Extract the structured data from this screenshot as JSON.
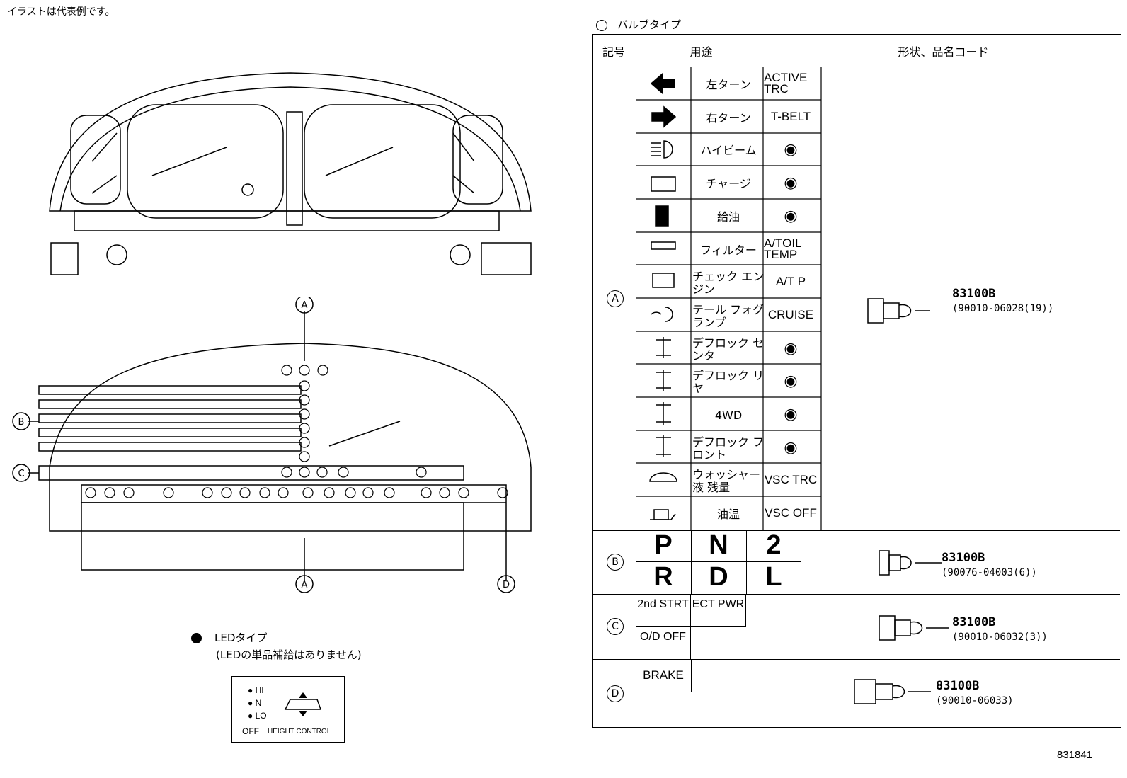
{
  "note_top": "イラストは代表例です。",
  "bulb_legend": "バルブタイプ",
  "led_legend": "LEDタイプ",
  "led_note": "(LEDの単品補給はありません)",
  "led_panel": {
    "hi": "HI",
    "n": "N",
    "lo": "LO",
    "off": "OFF",
    "height_control": "HEIGHT CONTROL"
  },
  "diagram_labels": {
    "a": "A",
    "b": "B",
    "c": "C",
    "d": "D"
  },
  "table": {
    "headers": {
      "symbol": "記号",
      "usage": "用途",
      "shape": "形状、品名コード"
    },
    "group_a": {
      "symbol": "A",
      "rows": [
        {
          "icon": "left-arrow-icon",
          "use": "左ターン",
          "sym2": "ACTIVE TRC"
        },
        {
          "icon": "right-arrow-icon",
          "use": "右ターン",
          "sym2": "T-BELT"
        },
        {
          "icon": "high-beam-icon",
          "use": "ハイビーム",
          "sym2": "abs-icon"
        },
        {
          "icon": "battery-icon",
          "use": "チャージ",
          "sym2": "seatbelt-icon"
        },
        {
          "icon": "fuel-icon",
          "use": "給油",
          "sym2": "door-icon"
        },
        {
          "icon": "filter-icon",
          "use": "フィルター",
          "sym2": "A/TOIL TEMP"
        },
        {
          "icon": "engine-icon",
          "use": "チェック エンジン",
          "sym2": "A/T P"
        },
        {
          "icon": "fog-lamp-icon",
          "use": "テール フォグランプ",
          "sym2": "CRUISE"
        },
        {
          "icon": "diff-lock-center-icon",
          "use": "デフロック センタ",
          "sym2": "shift-arrow-icon"
        },
        {
          "icon": "diff-lock-rear-icon",
          "use": "デフロック リヤ",
          "sym2": "airbag-icon"
        },
        {
          "icon": "4wd-icon",
          "use": "4WD",
          "sym2": "car-up-icon"
        },
        {
          "icon": "diff-lock-front-icon",
          "use": "デフロック フロント",
          "sym2": "skid-icon"
        },
        {
          "icon": "washer-icon",
          "use": "ウォッシャー 液 残量",
          "sym2": "VSC TRC"
        },
        {
          "icon": "oil-icon",
          "use": "油温",
          "sym2": "VSC OFF"
        }
      ],
      "part": "83100B",
      "code": "(90010-06028(19))"
    },
    "group_b": {
      "symbol": "B",
      "letters": [
        "P",
        "N",
        "2",
        "R",
        "D",
        "L"
      ],
      "part": "83100B",
      "code": "(90076-04003(6))"
    },
    "group_c": {
      "symbol": "C",
      "items": [
        "2nd STRT",
        "ECT PWR",
        "O/D OFF"
      ],
      "part": "83100B",
      "code": "(90010-06032(3))"
    },
    "group_d": {
      "symbol": "D",
      "items": [
        "BRAKE"
      ],
      "part": "83100B",
      "code": "(90010-06033)"
    }
  },
  "figure_id": "831841"
}
